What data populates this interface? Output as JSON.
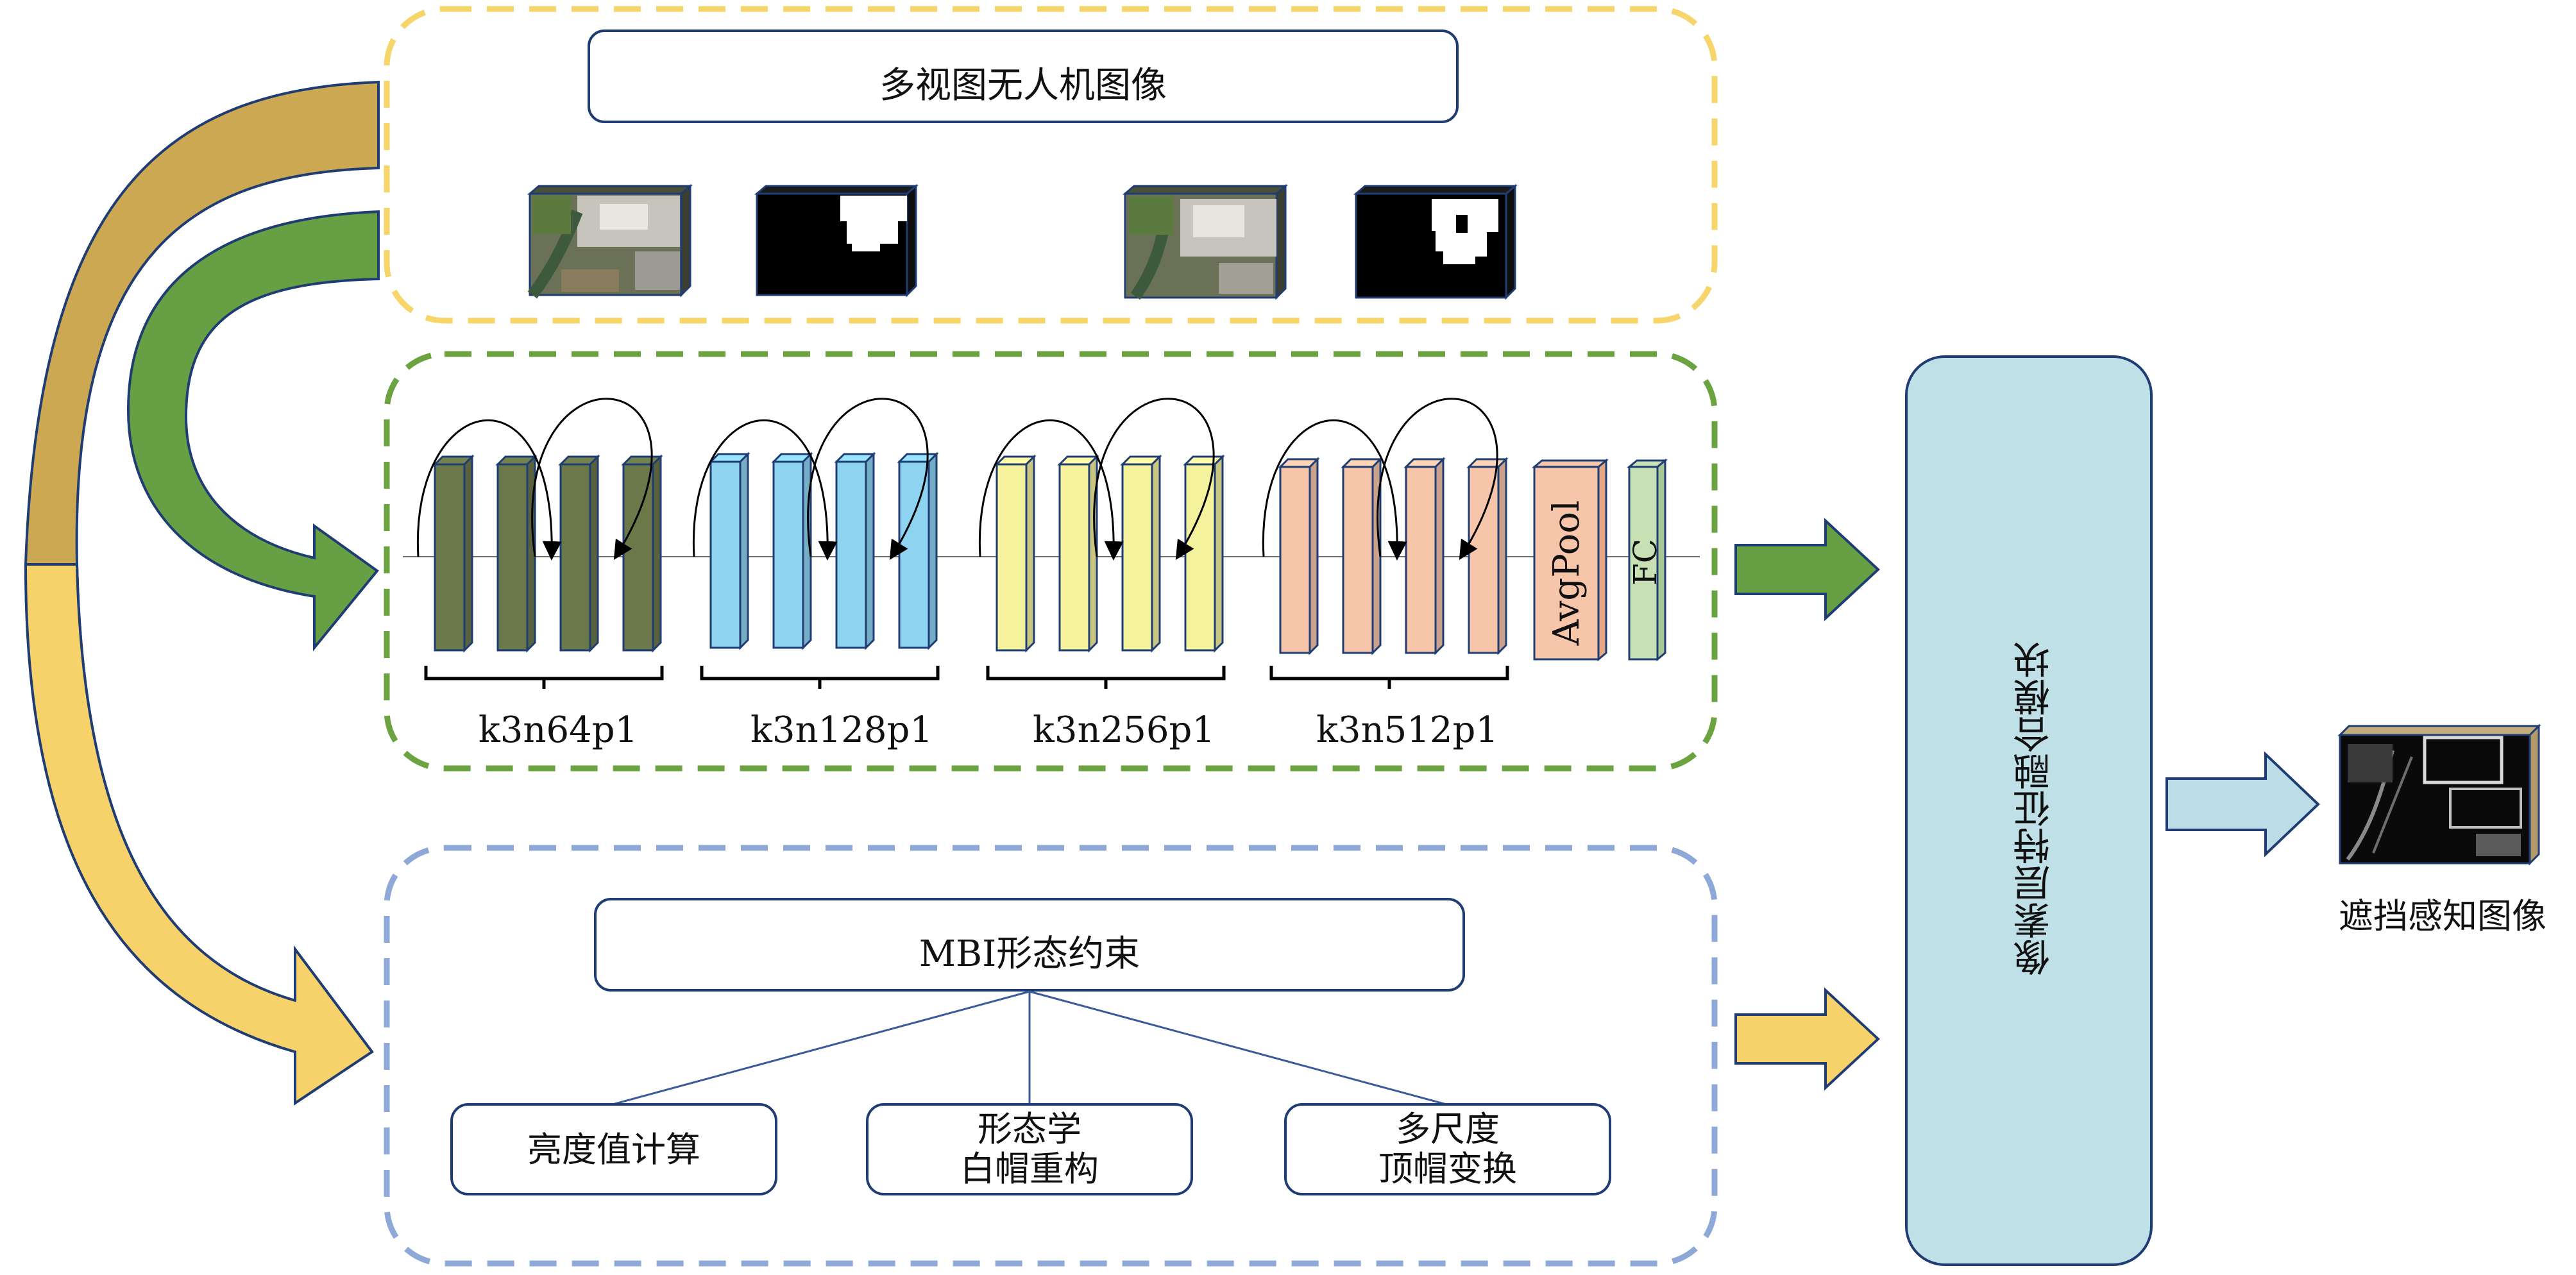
{
  "top_panel": {
    "title": "多视图无人机图像"
  },
  "network": {
    "groups": [
      {
        "label": "k3n64p1",
        "color": "#6b7849"
      },
      {
        "label": "k3n128p1",
        "color": "#8ed3f0"
      },
      {
        "label": "k3n256p1",
        "color": "#f4f29c"
      },
      {
        "label": "k3n512p1",
        "color": "#f6c5aa"
      }
    ],
    "avgpool_label": "AvgPool",
    "fc_label": "FC"
  },
  "mbi_panel": {
    "title": "MBI形态约束",
    "items": [
      {
        "line1": "亮度值计算",
        "line2": ""
      },
      {
        "line1": "形态学",
        "line2": "白帽重构"
      },
      {
        "line1": "多尺度",
        "line2": "顶帽变换"
      }
    ]
  },
  "fusion_module": {
    "label": "像素层特征融合模块"
  },
  "output": {
    "label": "遮挡感知图像"
  },
  "colors": {
    "yellow_border": "#f6d56b",
    "green_border": "#6aa33f",
    "blue_border": "#8ea9d8",
    "gold_arrow": "#cda852",
    "green_arrow": "#67a044",
    "yellow_arrow": "#f7d26a",
    "light_blue_arrow": "#bcdde8",
    "fusion_fill": "#bfe0e6",
    "navy_outline": "#1f3d73"
  }
}
